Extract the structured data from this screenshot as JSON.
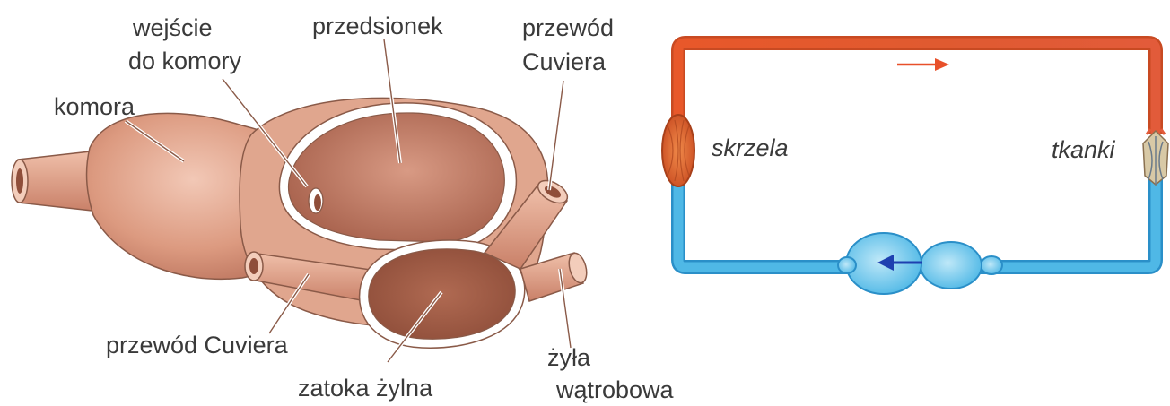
{
  "heart": {
    "labels": {
      "komora": "komora",
      "wejscie_line1": "wejście",
      "wejscie_line2": "do komory",
      "przedsionek": "przedsionek",
      "cuviera_top_line1": "przewód",
      "cuviera_top_line2": "Cuviera",
      "cuviera_bottom": "przewód Cuviera",
      "zatoka": "zatoka żylna",
      "zyla_line1": "żyła",
      "zyla_line2": "wątrobowa"
    }
  },
  "circulation": {
    "labels": {
      "skrzela": "skrzela",
      "tkanki": "tkanki"
    },
    "colors": {
      "oxygenated": "#e85a2a",
      "deoxygenated": "#4fb8e6",
      "arrow_top": "#e8502a",
      "arrow_bottom": "#1e40b0"
    },
    "flow_direction": "clockwise"
  },
  "colors": {
    "heart_fill": "#d9937a",
    "heart_dark": "#a85f48"
  }
}
